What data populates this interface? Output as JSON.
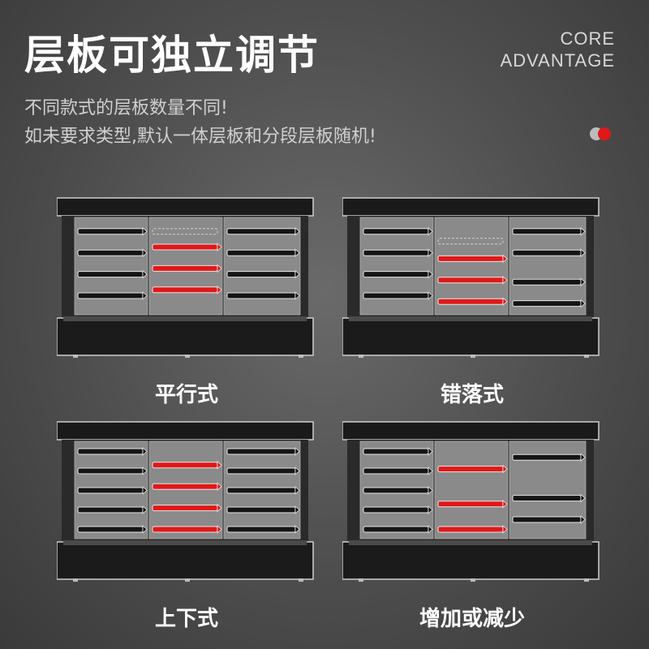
{
  "header": {
    "title": "层板可独立调节",
    "core_line1": "CORE",
    "core_line2": "ADVANTAGE",
    "subtitle_line1": "不同款式的层板数量不同!",
    "subtitle_line2": "如未要求类型,默认一体层板和分段层板随机!"
  },
  "colors": {
    "accent_red": "#e01818",
    "shelf_black": "#151515",
    "panel_gray": "#8a8a8a"
  },
  "panels": [
    {
      "label": "平行式",
      "shelves": {
        "left": {
          "type": "black",
          "levels": [
            0.14,
            0.36,
            0.58,
            0.8
          ]
        },
        "middle": {
          "type": "red",
          "levels": [
            0.3,
            0.52,
            0.74
          ],
          "outline": [
            0.14
          ]
        },
        "right": {
          "type": "black",
          "levels": [
            0.14,
            0.36,
            0.58,
            0.8
          ]
        }
      }
    },
    {
      "label": "错落式",
      "shelves": {
        "left": {
          "type": "black",
          "levels": [
            0.14,
            0.36,
            0.58,
            0.8
          ]
        },
        "middle": {
          "type": "red",
          "levels": [
            0.42,
            0.64,
            0.86
          ],
          "outline": [
            0.24
          ]
        },
        "right": {
          "type": "black",
          "levels": [
            0.14,
            0.36,
            0.66,
            0.88
          ]
        }
      }
    },
    {
      "label": "上下式",
      "shelves": {
        "left": {
          "type": "black",
          "levels": [
            0.1,
            0.3,
            0.5,
            0.7,
            0.9
          ]
        },
        "middle": {
          "type": "red",
          "levels": [
            0.24,
            0.46,
            0.68,
            0.9
          ]
        },
        "right": {
          "type": "black",
          "levels": [
            0.1,
            0.3,
            0.5,
            0.7,
            0.9
          ]
        }
      }
    },
    {
      "label": "增加或减少",
      "shelves": {
        "left": {
          "type": "black",
          "levels": [
            0.1,
            0.3,
            0.5,
            0.7,
            0.9
          ]
        },
        "middle": {
          "type": "red",
          "levels": [
            0.28,
            0.64,
            0.9
          ]
        },
        "right": {
          "type": "black",
          "levels": [
            0.16,
            0.58,
            0.8
          ]
        }
      }
    }
  ]
}
